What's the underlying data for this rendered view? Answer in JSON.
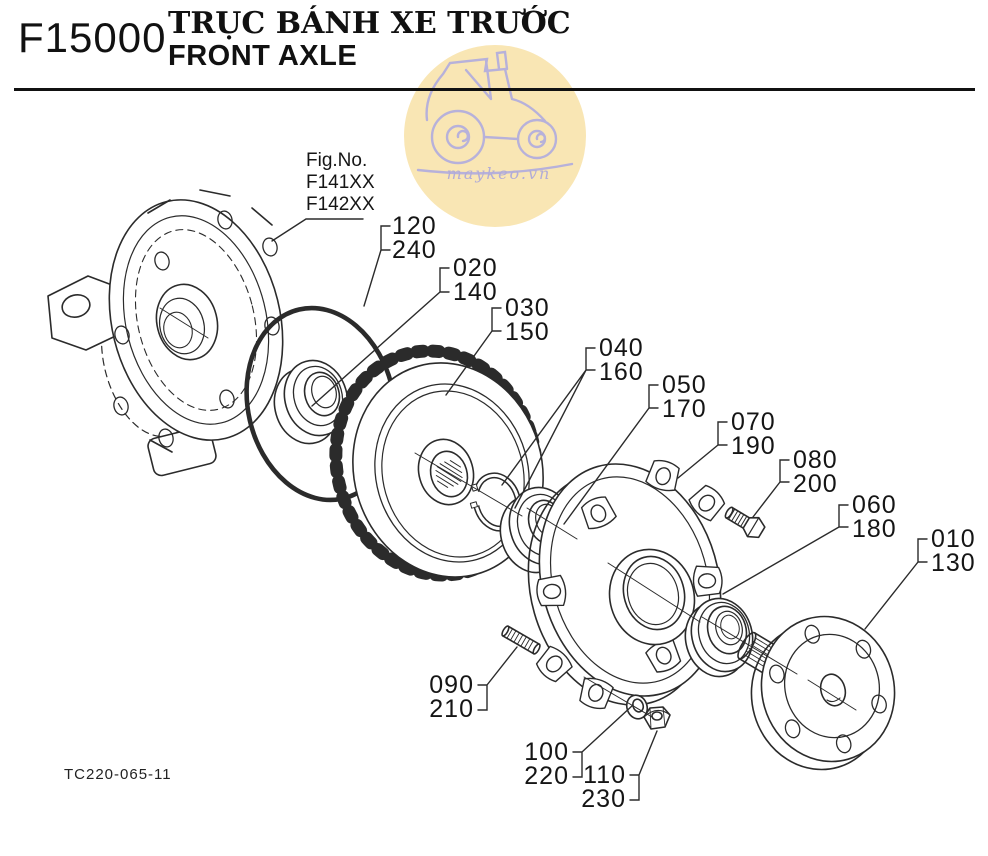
{
  "header": {
    "code": "F15000",
    "title_primary": "TRỤC BÁNH XE TRƯỚC",
    "title_secondary": "FRONT AXLE"
  },
  "figure_ref": {
    "label": "Fig.No.",
    "models": [
      "F141XX",
      "F142XX"
    ]
  },
  "footer": {
    "drawing_code": "TC220-065-11"
  },
  "watermark": {
    "site": "maykeo.vn",
    "circle_color": "#f9e6b4",
    "art_color": "#b7b1da"
  },
  "colors": {
    "line": "#2b2b2b",
    "text": "#151515"
  },
  "callouts": [
    {
      "id": "c120",
      "upper": "120",
      "lower": "240"
    },
    {
      "id": "c020",
      "upper": "020",
      "lower": "140"
    },
    {
      "id": "c030",
      "upper": "030",
      "lower": "150"
    },
    {
      "id": "c040",
      "upper": "040",
      "lower": "160"
    },
    {
      "id": "c050",
      "upper": "050",
      "lower": "170"
    },
    {
      "id": "c070",
      "upper": "070",
      "lower": "190"
    },
    {
      "id": "c080",
      "upper": "080",
      "lower": "200"
    },
    {
      "id": "c060",
      "upper": "060",
      "lower": "180"
    },
    {
      "id": "c010",
      "upper": "010",
      "lower": "130"
    },
    {
      "id": "c090",
      "upper": "090",
      "lower": "210"
    },
    {
      "id": "c100",
      "upper": "100",
      "lower": "220"
    },
    {
      "id": "c110",
      "upper": "110",
      "lower": "230"
    }
  ]
}
